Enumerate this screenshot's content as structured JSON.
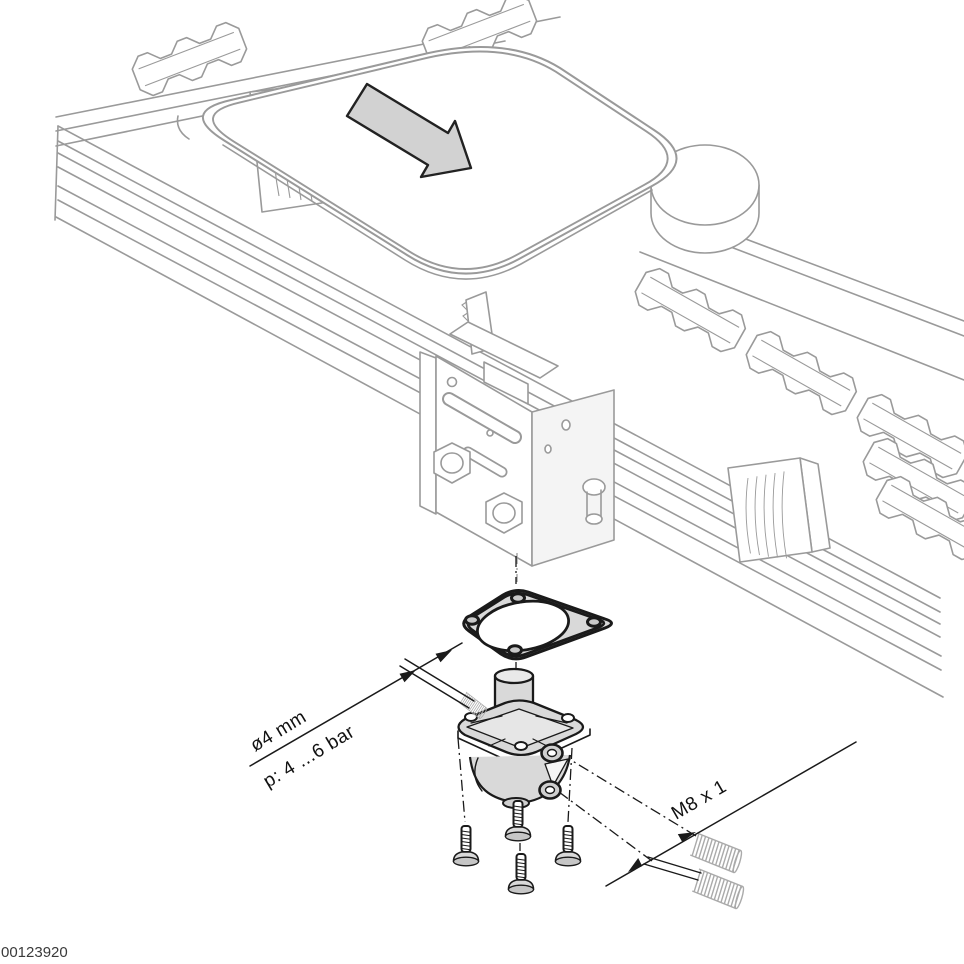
{
  "figure": {
    "kind": "technical-exploded-assembly-illustration",
    "part_number": "00123920",
    "labels": {
      "hose_diameter": "ø4 mm",
      "pressure_range": "p: 4 ...6 bar",
      "thread_spec": "M8 x 1"
    },
    "colors": {
      "machine_outline": "#9a9a9a",
      "detail_outline": "#1a1a1a",
      "part_fill": "#d9d9d9",
      "arrow_fill": "#d2d2d2"
    }
  }
}
